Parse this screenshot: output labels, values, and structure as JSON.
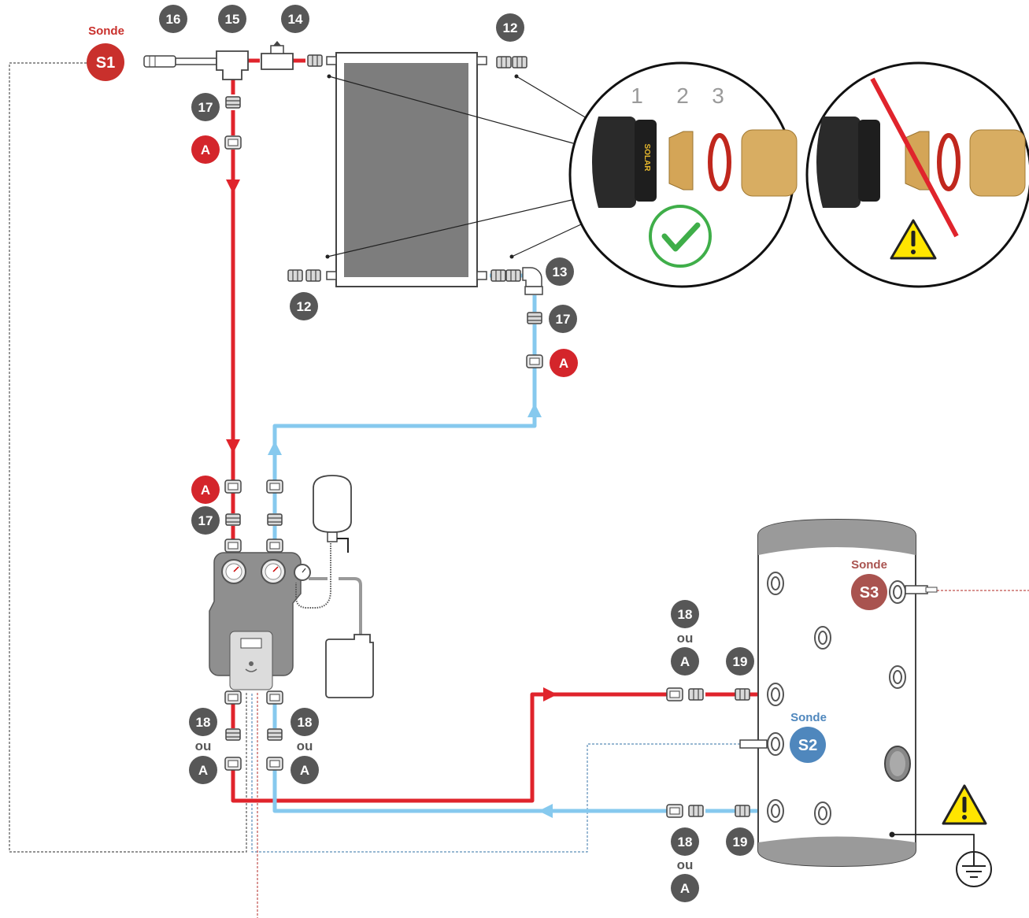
{
  "labels": {
    "sonde": "Sonde",
    "s1": "S1",
    "s2": "S2",
    "s3": "S3",
    "ou": "ou",
    "a": "A",
    "n12": "12",
    "n13": "13",
    "n14": "14",
    "n15": "15",
    "n16": "16",
    "n17": "17",
    "n18": "18",
    "n19": "19",
    "step1": "1",
    "step2": "2",
    "step3": "3",
    "fitting_marking": "SOLAR"
  },
  "colors": {
    "hot_pipe": "#e0242c",
    "cold_pipe": "#86c9ee",
    "badge_grey": "#575757",
    "badge_red": "#d4252b",
    "sonde_s1": "#c9302c",
    "sonde_s2": "#4f87bd",
    "sonde_s3": "#a9534f",
    "check_green": "#3fae49",
    "warning_yellow": "#ffe500"
  },
  "icons": [
    "check-icon",
    "warning-icon",
    "ground-icon",
    "flow-arrow-icon",
    "pressure-gauge-icon"
  ]
}
